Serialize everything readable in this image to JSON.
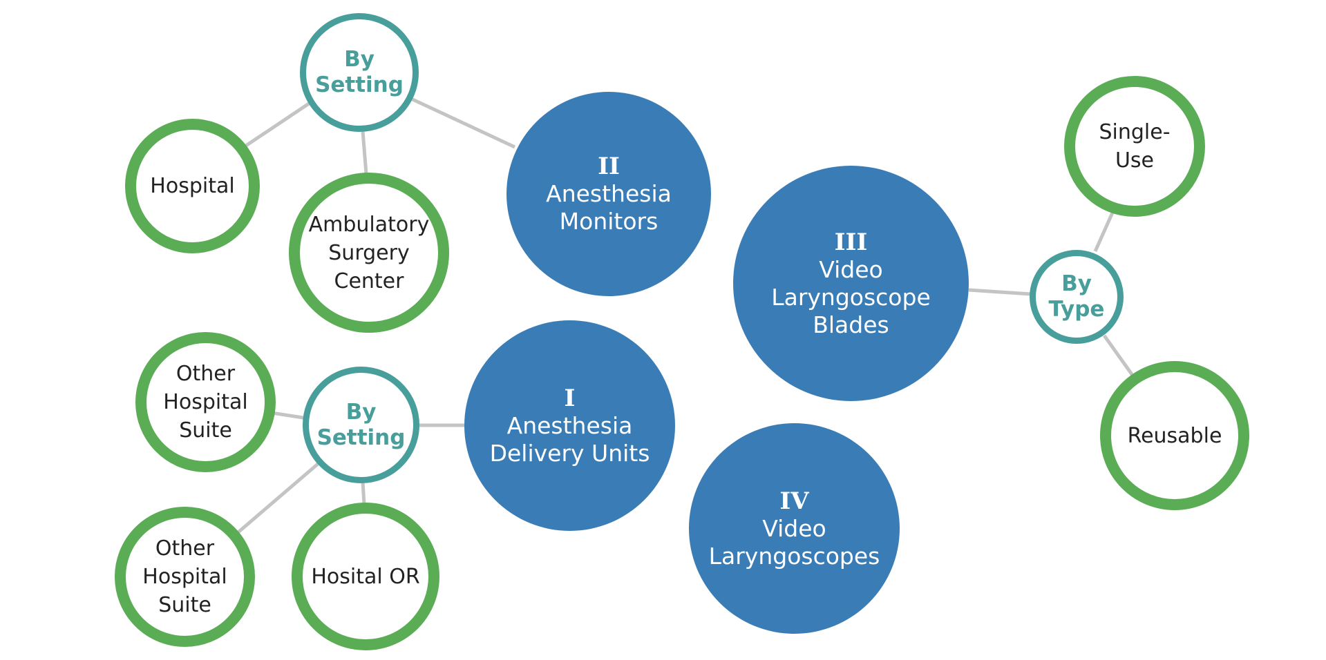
{
  "segments": {
    "s2": {
      "numeral": "II",
      "label": "Anesthesia\nMonitors"
    },
    "s3": {
      "numeral": "III",
      "label": "Video\nLaryngoscope\nBlades"
    },
    "s1": {
      "numeral": "I",
      "label": "Anesthesia\nDelivery Units"
    },
    "s4": {
      "numeral": "IV",
      "label": "Video\nLaryngoscopes"
    }
  },
  "groups": {
    "g_top": "By\nSetting",
    "g_mid": "By\nSetting",
    "g_right": "By\nType"
  },
  "leaves": {
    "hospital": "Hospital",
    "asc": "Ambulatory\nSurgery\nCenter",
    "other1": "Other\nHospital\nSuite",
    "other2": "Other\nHospital\nSuite",
    "hositalor": "Hosital OR",
    "singleuse": "Single-\nUse",
    "reusable": "Reusable"
  },
  "colors": {
    "segment_fill": "#3a7db6",
    "group_border": "#479e9a",
    "leaf_border": "#5aac55",
    "connector": "#c4c4c4"
  }
}
